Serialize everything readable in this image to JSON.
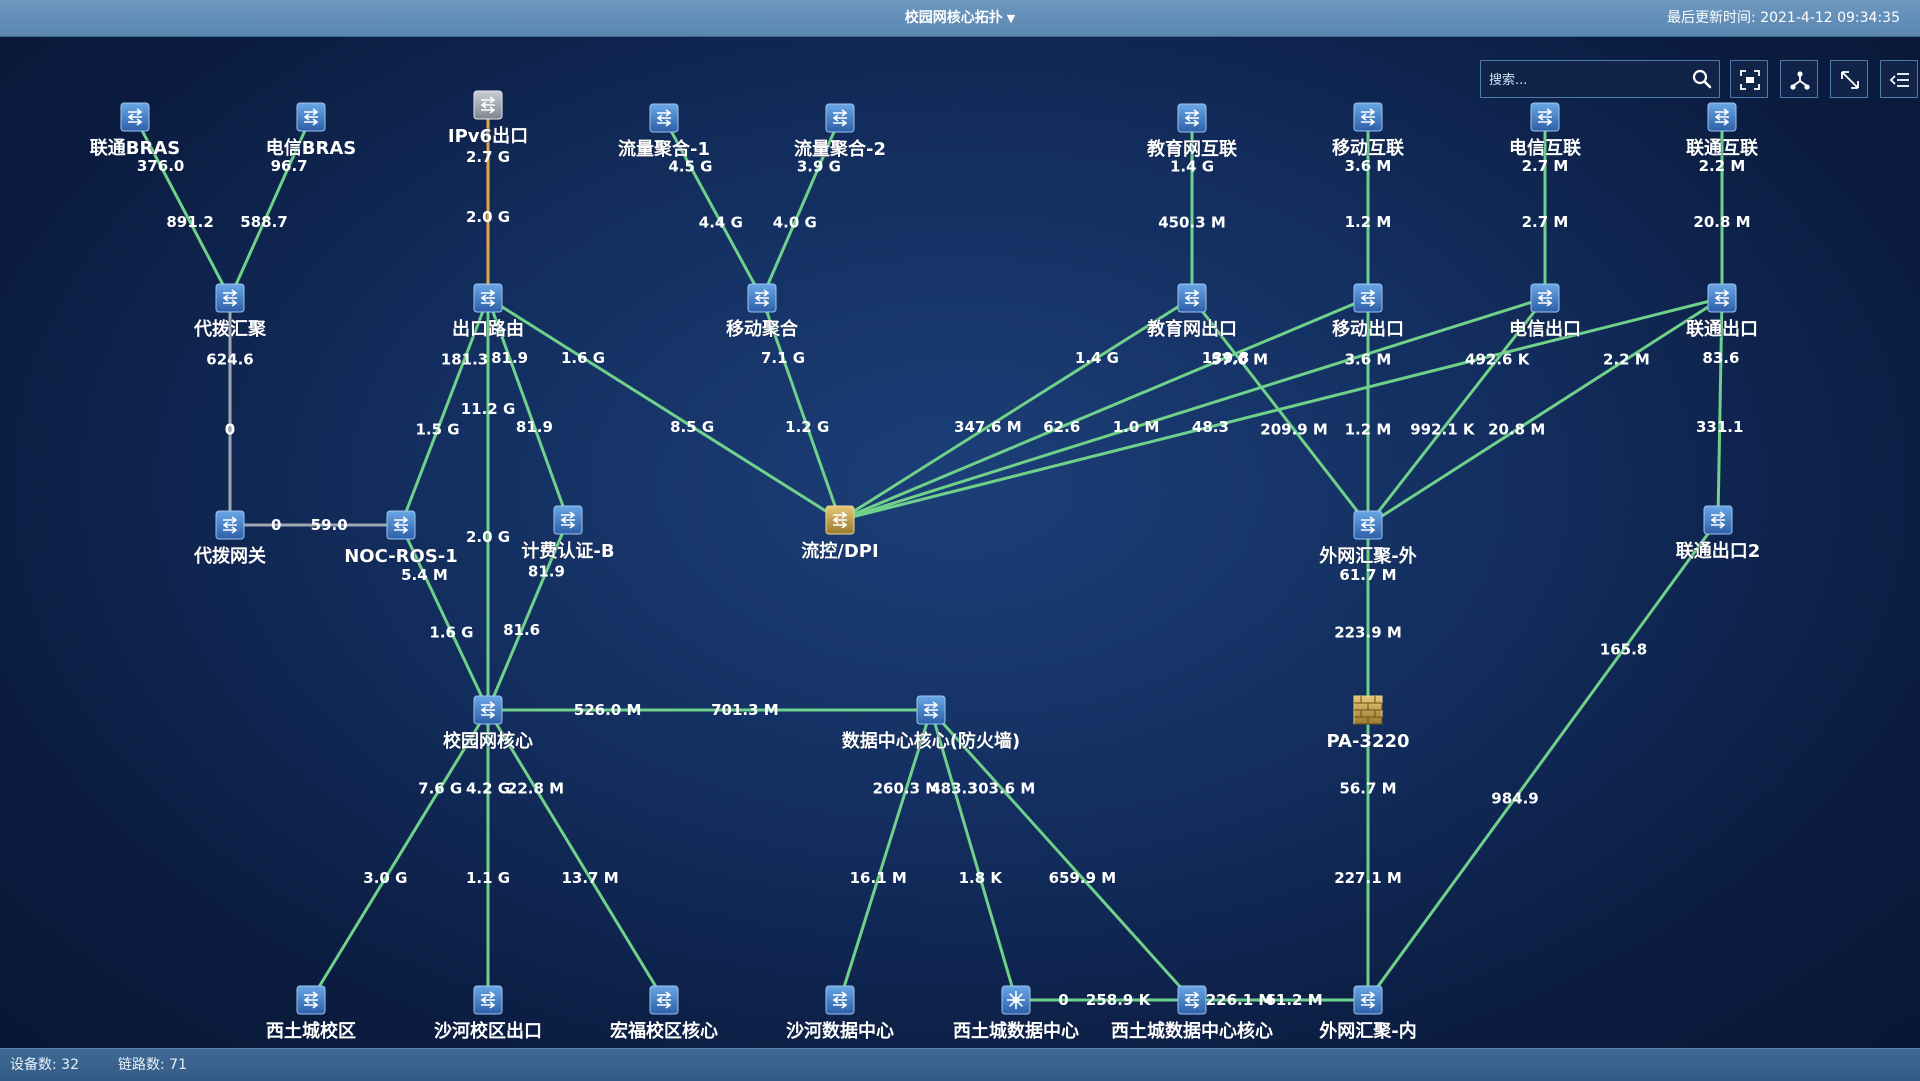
{
  "header": {
    "title": "校园网核心拓扑",
    "title_caret": "▼",
    "last_update": "最后更新时间: 2021-4-12 09:34:35"
  },
  "toolbar": {
    "search_placeholder": "搜索...",
    "search_icon": "search-icon",
    "buttons": [
      {
        "name": "fit-view-button",
        "icon": "fit-screen-icon"
      },
      {
        "name": "layout-button",
        "icon": "topology-layout-icon"
      },
      {
        "name": "fullscreen-button",
        "icon": "expand-icon"
      },
      {
        "name": "toggle-panel-button",
        "icon": "panel-collapse-icon"
      }
    ]
  },
  "footer": {
    "device_count": "设备数: 32",
    "link_count": "链路数: 71"
  },
  "colors": {
    "link_up": "#6fd18a",
    "link_down": "#a0a8b4",
    "link_ipv6": "#e3a84a",
    "device_blue": "#3a73b8",
    "device_gold": "#b99545",
    "firewall": "#c89a38"
  },
  "topology": {
    "nodes": [
      {
        "id": "n1",
        "label": "联通BRAS",
        "icon": "switch-icon"
      },
      {
        "id": "n2",
        "label": "电信BRAS",
        "icon": "switch-icon"
      },
      {
        "id": "n3",
        "label": "IPv6出口",
        "icon": "router-gray-icon"
      },
      {
        "id": "n4",
        "label": "流量聚合-1",
        "icon": "switch-icon"
      },
      {
        "id": "n5",
        "label": "流量聚合-2",
        "icon": "switch-icon"
      },
      {
        "id": "n6",
        "label": "教育网互联",
        "icon": "switch-icon"
      },
      {
        "id": "n7",
        "label": "移动互联",
        "icon": "switch-icon"
      },
      {
        "id": "n8",
        "label": "电信互联",
        "icon": "switch-icon"
      },
      {
        "id": "n9",
        "label": "联通互联",
        "icon": "switch-icon"
      },
      {
        "id": "n10",
        "label": "代拨汇聚",
        "icon": "switch-icon"
      },
      {
        "id": "n11",
        "label": "出口路由",
        "icon": "switch-icon"
      },
      {
        "id": "n12",
        "label": "移动聚合",
        "icon": "switch-icon"
      },
      {
        "id": "n13",
        "label": "教育网出口",
        "icon": "switch-icon"
      },
      {
        "id": "n14",
        "label": "移动出口",
        "icon": "switch-icon"
      },
      {
        "id": "n15",
        "label": "电信出口",
        "icon": "switch-icon"
      },
      {
        "id": "n16",
        "label": "联通出口",
        "icon": "switch-icon"
      },
      {
        "id": "n17",
        "label": "代拨网关",
        "icon": "switch-icon"
      },
      {
        "id": "n18",
        "label": "NOC-ROS-1",
        "icon": "switch-icon"
      },
      {
        "id": "n19",
        "label": "计费认证-B",
        "icon": "switch-icon"
      },
      {
        "id": "n20",
        "label": "流控/DPI",
        "icon": "switch-gold-icon"
      },
      {
        "id": "n21",
        "label": "外网汇聚-外",
        "icon": "switch-icon"
      },
      {
        "id": "n22",
        "label": "联通出口2",
        "icon": "switch-icon"
      },
      {
        "id": "n23",
        "label": "校园网核心",
        "icon": "switch-icon"
      },
      {
        "id": "n24",
        "label": "数据中心核心(防火墙)",
        "icon": "switch-icon"
      },
      {
        "id": "n25",
        "label": "PA-3220",
        "icon": "firewall-icon"
      },
      {
        "id": "n26",
        "label": "西土城校区",
        "icon": "switch-icon"
      },
      {
        "id": "n27",
        "label": "沙河校区出口",
        "icon": "switch-icon"
      },
      {
        "id": "n28",
        "label": "宏福校区核心",
        "icon": "switch-icon"
      },
      {
        "id": "n29",
        "label": "沙河数据中心",
        "icon": "switch-icon"
      },
      {
        "id": "n30",
        "label": "西土城数据中心",
        "icon": "server-hub-icon"
      },
      {
        "id": "n31",
        "label": "西土城数据中心核心",
        "icon": "switch-icon"
      },
      {
        "id": "n32",
        "label": "外网汇聚-内",
        "icon": "switch-icon"
      }
    ],
    "links": [
      {
        "from": "n1",
        "to": "n10",
        "status": "up",
        "label_a": "376.0",
        "label_b": "891.2"
      },
      {
        "from": "n2",
        "to": "n10",
        "status": "up",
        "label_a": "96.7",
        "label_b": "588.7"
      },
      {
        "from": "n3",
        "to": "n11",
        "status": "ipv6",
        "label_a": "2.7 G",
        "label_b": "2.0 G"
      },
      {
        "from": "n4",
        "to": "n12",
        "status": "up",
        "label_a": "4.5 G",
        "label_b": "4.4 G"
      },
      {
        "from": "n5",
        "to": "n12",
        "status": "up",
        "label_a": "3.9 G",
        "label_b": "4.0 G"
      },
      {
        "from": "n6",
        "to": "n13",
        "status": "up",
        "label_a": "1.4 G",
        "label_b": "450.3 M"
      },
      {
        "from": "n7",
        "to": "n14",
        "status": "up",
        "label_a": "3.6 M",
        "label_b": "1.2 M"
      },
      {
        "from": "n8",
        "to": "n15",
        "status": "up",
        "label_a": "2.7 M",
        "label_b": "2.7 M"
      },
      {
        "from": "n9",
        "to": "n16",
        "status": "up",
        "label_a": "2.2 M",
        "label_b": "20.8 M"
      },
      {
        "from": "n10",
        "to": "n17",
        "status": "down",
        "label_a": "624.6",
        "label_b": "0"
      },
      {
        "from": "n17",
        "to": "n18",
        "status": "down",
        "label_a": "0",
        "label_b": "59.0"
      },
      {
        "from": "n11",
        "to": "n18",
        "status": "up",
        "label_a": "181.3",
        "label_b": "1.5 G"
      },
      {
        "from": "n11",
        "to": "n19",
        "status": "up",
        "label_a": "81.9",
        "label_b": "81.9"
      },
      {
        "from": "n11",
        "to": "n23",
        "status": "up",
        "label_a": "11.2 G",
        "label_b": "2.0 G"
      },
      {
        "from": "n11",
        "to": "n20",
        "status": "up",
        "label_a": "1.6 G",
        "label_b": "8.5 G"
      },
      {
        "from": "n12",
        "to": "n20",
        "status": "up",
        "label_a": "7.1 G",
        "label_b": "1.2 G"
      },
      {
        "from": "n13",
        "to": "n20",
        "status": "up",
        "label_a": "1.4 G",
        "label_b": "347.6 M"
      },
      {
        "from": "n14",
        "to": "n20",
        "status": "up",
        "label_a": "139.8",
        "label_b": "62.6"
      },
      {
        "from": "n15",
        "to": "n20",
        "status": "up",
        "label_a": "",
        "label_b": "1.0 M"
      },
      {
        "from": "n16",
        "to": "n20",
        "status": "up",
        "label_a": "",
        "label_b": "48.3"
      },
      {
        "from": "n13",
        "to": "n21",
        "status": "up",
        "label_a": "57.0 M",
        "label_b": "209.9 M"
      },
      {
        "from": "n14",
        "to": "n21",
        "status": "up",
        "label_a": "3.6 M",
        "label_b": "1.2 M"
      },
      {
        "from": "n15",
        "to": "n21",
        "status": "up",
        "label_a": "492.6 K",
        "label_b": "992.1 K"
      },
      {
        "from": "n16",
        "to": "n21",
        "status": "up",
        "label_a": "2.2 M",
        "label_b": "20.8 M"
      },
      {
        "from": "n16",
        "to": "n22",
        "status": "up",
        "label_a": "83.6",
        "label_b": "331.1"
      },
      {
        "from": "n18",
        "to": "n23",
        "status": "up",
        "label_a": "5.4 M",
        "label_b": "1.6 G"
      },
      {
        "from": "n19",
        "to": "n23",
        "status": "up",
        "label_a": "81.9",
        "label_b": "81.6"
      },
      {
        "from": "n23",
        "to": "n24",
        "status": "up",
        "label_a": "526.0 M",
        "label_b": "701.3 M"
      },
      {
        "from": "n21",
        "to": "n25",
        "status": "up",
        "label_a": "61.7 M",
        "label_b": "223.9 M"
      },
      {
        "from": "n25",
        "to": "n32",
        "status": "up",
        "label_a": "56.7 M",
        "label_b": "227.1 M"
      },
      {
        "from": "n22",
        "to": "n32",
        "status": "up",
        "label_a": "165.8",
        "label_b": "984.9"
      },
      {
        "from": "n23",
        "to": "n26",
        "status": "up",
        "label_a": "7.6 G",
        "label_b": "3.0 G"
      },
      {
        "from": "n23",
        "to": "n27",
        "status": "up",
        "label_a": "4.2 G",
        "label_b": "1.1 G"
      },
      {
        "from": "n23",
        "to": "n28",
        "status": "up",
        "label_a": "22.8 M",
        "label_b": "13.7 M"
      },
      {
        "from": "n24",
        "to": "n29",
        "status": "up",
        "label_a": "260.3 M",
        "label_b": "16.1 M"
      },
      {
        "from": "n24",
        "to": "n30",
        "status": "up",
        "label_a": "483.3",
        "label_b": "1.8 K"
      },
      {
        "from": "n24",
        "to": "n31",
        "status": "up",
        "label_a": "303.6 M",
        "label_b": "659.9 M"
      },
      {
        "from": "n30",
        "to": "n31",
        "status": "up",
        "label_a": "0",
        "label_b": "258.9 K"
      },
      {
        "from": "n31",
        "to": "n32",
        "status": "up",
        "label_a": "226.1 M",
        "label_b": "61.2 M"
      }
    ]
  }
}
